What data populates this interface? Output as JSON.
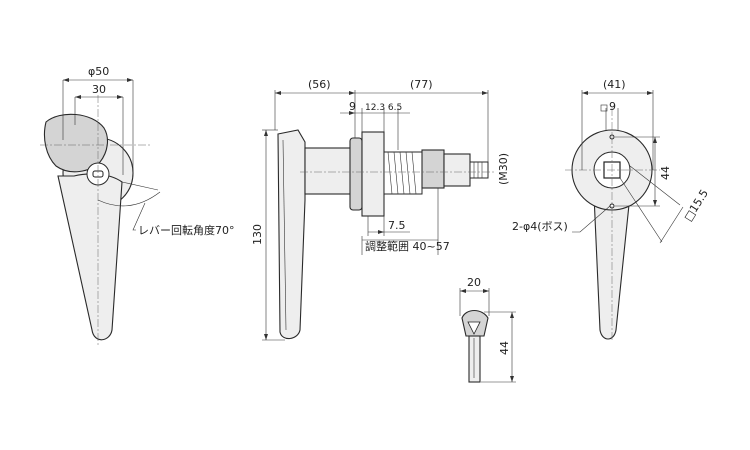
{
  "labels": {
    "front_phi50": "φ50",
    "front_30": "30",
    "lever_angle": "レバー回転角度70°",
    "height_130": "130",
    "side_56": "(56)",
    "side_77": "(77)",
    "side_9": "9",
    "side_pitches": "12.3 6.5",
    "side_m30": "(M30)",
    "side_7_5": "7.5",
    "adjust_range": "調整範囲 40~57",
    "rear_41": "(41)",
    "rear_9": "9",
    "rear_44": "44",
    "rear_sq15_5": "□15.5",
    "rear_boss": "2-φ4(ボス)",
    "key_20": "20",
    "key_44": "44"
  }
}
